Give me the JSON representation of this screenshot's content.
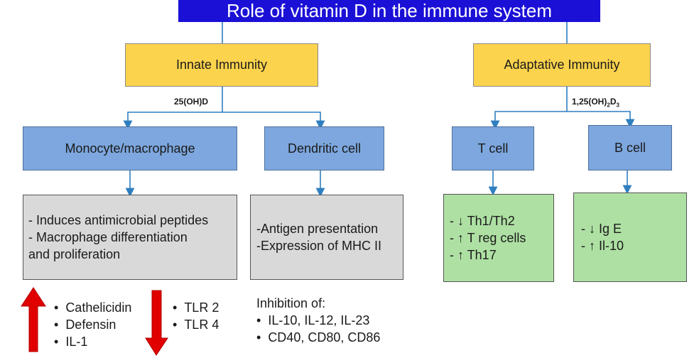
{
  "title": "Role of vitamin D in the immune system",
  "innate": {
    "label": "Innate Immunity",
    "metabolite": "25(OH)D",
    "monocyte": {
      "label": "Monocyte/macrophage",
      "lines": [
        "- Induces antimicrobial peptides",
        "- Macrophage differentiation",
        "and proliferation"
      ]
    },
    "dendritic": {
      "label": "Dendritic cell",
      "lines": [
        "-Antigen presentation",
        "-Expression of MHC II"
      ]
    }
  },
  "adaptive": {
    "label": "Adaptative Immunity",
    "metabolite_base": "1,25(OH)",
    "metabolite_sub1": "2",
    "metabolite_mid": "D",
    "metabolite_sub2": "3",
    "tcell": {
      "label": "T cell",
      "lines": [
        "-    ↓ Th1/Th2",
        "-    ↑ T reg cells",
        "-    ↑ Th17"
      ]
    },
    "bcell": {
      "label": "B cell",
      "lines": [
        "-    ↓ Ig E",
        "-    ↑ Il-10"
      ]
    }
  },
  "increased_items": [
    "Cathelicidin",
    "Defensin",
    "IL-1"
  ],
  "decreased_items": [
    "TLR 2",
    "TLR 4"
  ],
  "inhibition": {
    "heading": "Inhibition of:",
    "items": [
      "IL-10, IL-12, IL-23",
      "CD40, CD80, CD86"
    ]
  },
  "colors": {
    "title_bg": "#1b10d6",
    "yellow_box": "#fcd34d",
    "blue_box": "#7da7de",
    "gray_box": "#d9d9d9",
    "green_box": "#aee0a3",
    "connector": "#2f7fc0",
    "arrow_red": "#e00000"
  }
}
